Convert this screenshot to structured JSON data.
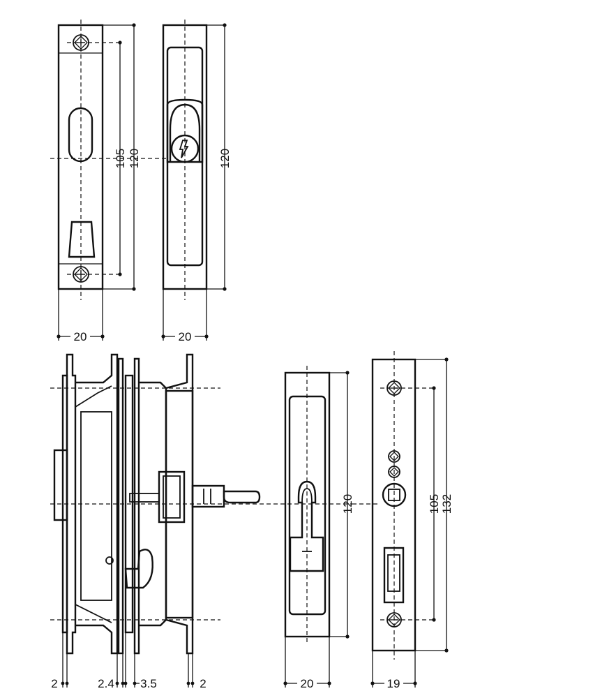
{
  "dimensions": {
    "front_plate_width": "20",
    "front_plate_inner_pitch": "105",
    "front_plate_height": "120",
    "cylinder_plate_width": "20",
    "cylinder_plate_height": "120",
    "side_left": "2",
    "side_mid_a": "2.4",
    "side_mid_b": "3.5",
    "side_right": "2",
    "handle_plate_height": "120",
    "handle_plate_width": "20",
    "strike_inner_pitch": "105",
    "strike_height": "132",
    "strike_width": "19"
  },
  "colors": {
    "line": "#111111",
    "background": "#ffffff"
  }
}
